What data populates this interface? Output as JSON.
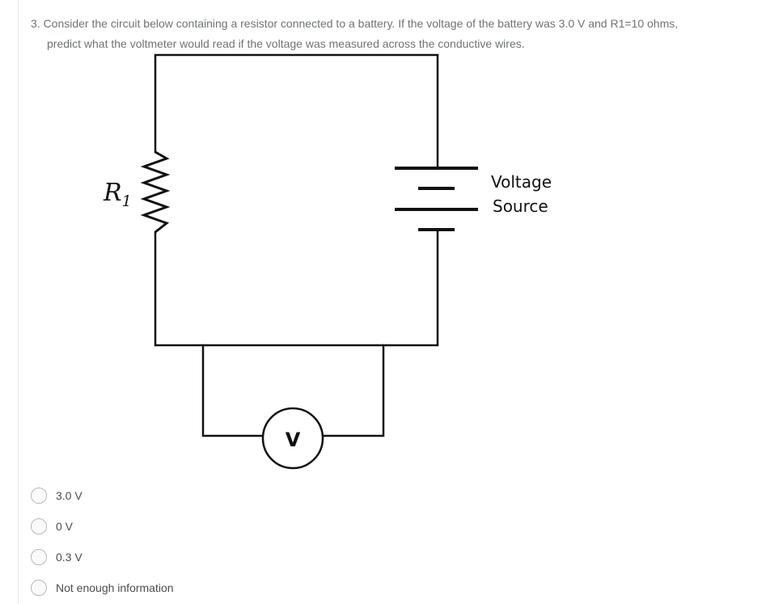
{
  "question": {
    "line1": "3. Consider the circuit below containing a resistor connected to a battery. If the voltage of the battery was 3.0 V and R1=10 ohms,",
    "line2": "predict what the voltmeter would read if the voltage was measured across the conductive wires."
  },
  "diagram": {
    "resistor_label": "R",
    "resistor_subscript": "1",
    "source_label_line1": "Voltage",
    "source_label_line2": "Source",
    "meter_label": "V"
  },
  "options": [
    {
      "label": "3.0 V",
      "selected": false
    },
    {
      "label": "0 V",
      "selected": false
    },
    {
      "label": "0.3 V",
      "selected": false
    },
    {
      "label": "Not enough information",
      "selected": false
    }
  ]
}
